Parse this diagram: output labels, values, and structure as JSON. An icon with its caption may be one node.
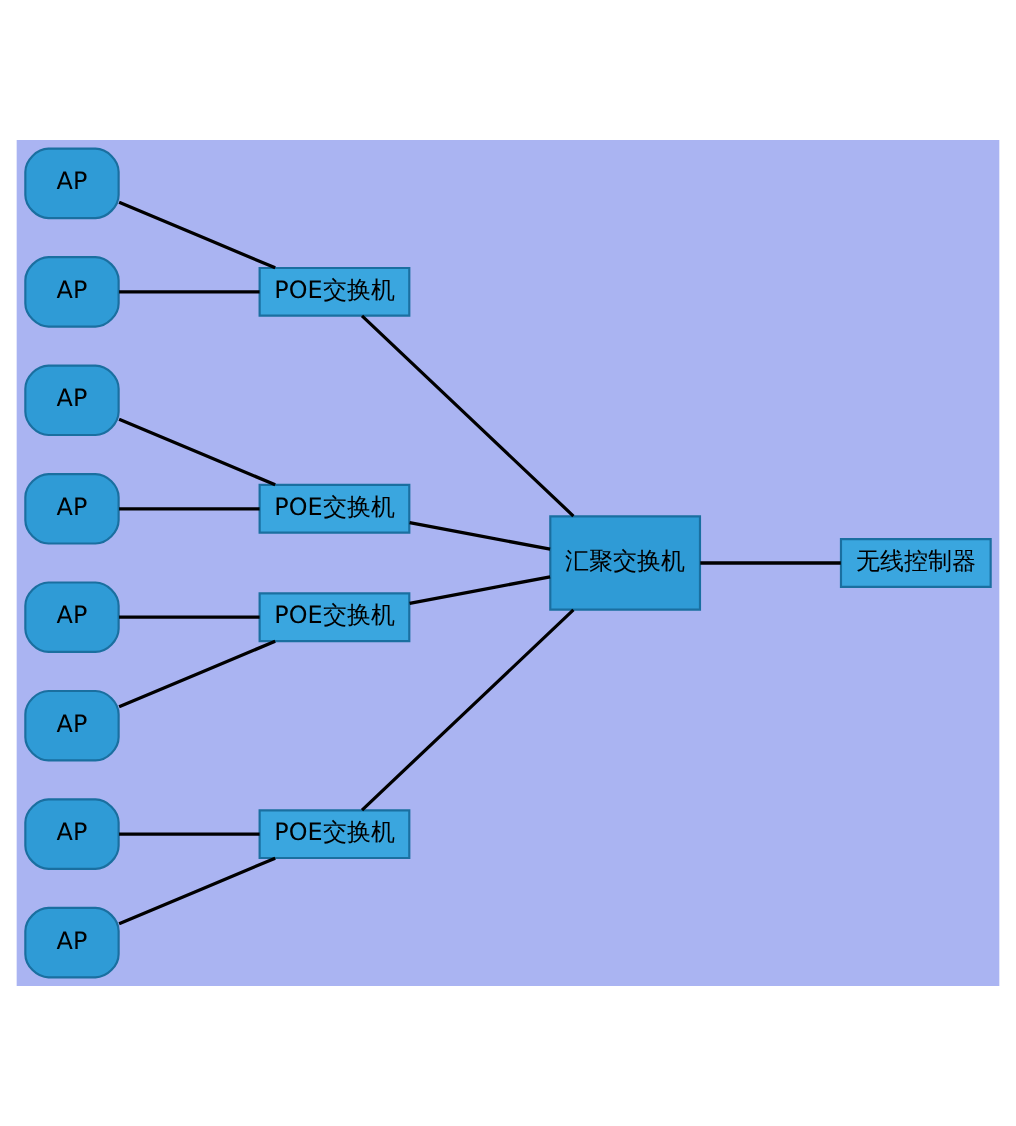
{
  "diagram": {
    "nodes": [
      {
        "text": [
          "AP"
        ]
      },
      {
        "text": [
          "AP"
        ]
      },
      {
        "text": [
          "AP"
        ]
      },
      {
        "text": [
          "AP"
        ]
      },
      {
        "text": [
          "AP"
        ]
      },
      {
        "text": [
          "AP"
        ]
      },
      {
        "text": [
          "AP"
        ]
      },
      {
        "text": [
          "AP"
        ]
      },
      {
        "text": [
          "POE交换机"
        ]
      },
      {
        "text": [
          "POE交换机"
        ]
      },
      {
        "text": [
          "POE交换机"
        ]
      },
      {
        "text": [
          "POE交换机"
        ]
      },
      {
        "text": [
          "汇聚交换机"
        ]
      },
      {
        "text": [
          "无线控制器"
        ]
      }
    ],
    "edges": [
      {
        "from": 0,
        "to": 8,
        "arrow": "none"
      },
      {
        "from": 1,
        "to": 8,
        "arrow": "none"
      },
      {
        "from": 2,
        "to": 9,
        "arrow": "none"
      },
      {
        "from": 3,
        "to": 9,
        "arrow": "none"
      },
      {
        "from": 4,
        "to": 10,
        "arrow": "none"
      },
      {
        "from": 5,
        "to": 10,
        "arrow": "none"
      },
      {
        "from": 6,
        "to": 11,
        "arrow": "none"
      },
      {
        "from": 7,
        "to": 11,
        "arrow": "none"
      },
      {
        "from": 8,
        "to": 12,
        "arrow": "none"
      },
      {
        "from": 9,
        "to": 12,
        "arrow": "none"
      },
      {
        "from": 10,
        "to": 12,
        "arrow": "none"
      },
      {
        "from": 11,
        "to": 12,
        "arrow": "none"
      },
      {
        "from": 12,
        "to": 13,
        "arrow": "none"
      }
    ]
  }
}
